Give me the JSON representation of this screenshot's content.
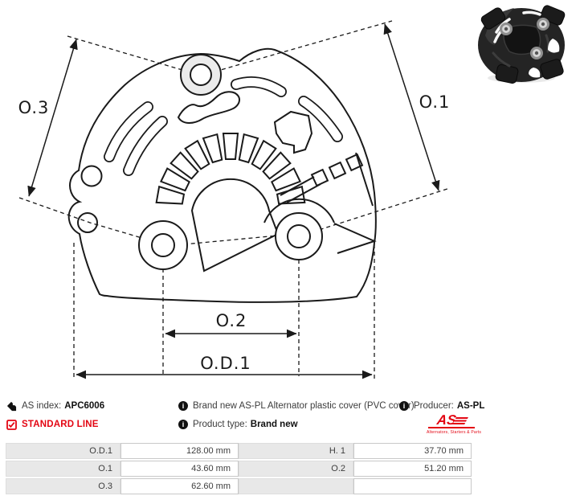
{
  "drawing": {
    "labels": {
      "od1": "O.D.1",
      "o1": "O.1",
      "o2": "O.2",
      "o3": "O.3"
    }
  },
  "info": {
    "as_index_label": "AS index:",
    "as_index_value": "APC6006",
    "standard_line": "STANDARD LINE",
    "description": "Brand new AS-PL Alternator plastic cover (PVC cover)",
    "product_type_label": "Product type:",
    "product_type_value": "Brand new",
    "producer_label": "Producer:",
    "producer_value": "AS-PL"
  },
  "logo": {
    "text": "AS",
    "tagline": "Alternators, Starters & Parts"
  },
  "spec_table": {
    "cells": [
      {
        "label": "O.D.1",
        "value": "128.00 mm"
      },
      {
        "label": "H. 1",
        "value": "37.70 mm"
      },
      {
        "label": "O.1",
        "value": "43.60 mm"
      },
      {
        "label": "O.2",
        "value": "51.20 mm"
      },
      {
        "label": "O.3",
        "value": "62.60 mm"
      },
      {
        "label": "",
        "value": ""
      }
    ]
  },
  "colors": {
    "accent_red": "#e30613",
    "line_black": "#1a1a1a",
    "table_label_bg": "#e8e8e8",
    "table_border": "#c8c8c8"
  }
}
